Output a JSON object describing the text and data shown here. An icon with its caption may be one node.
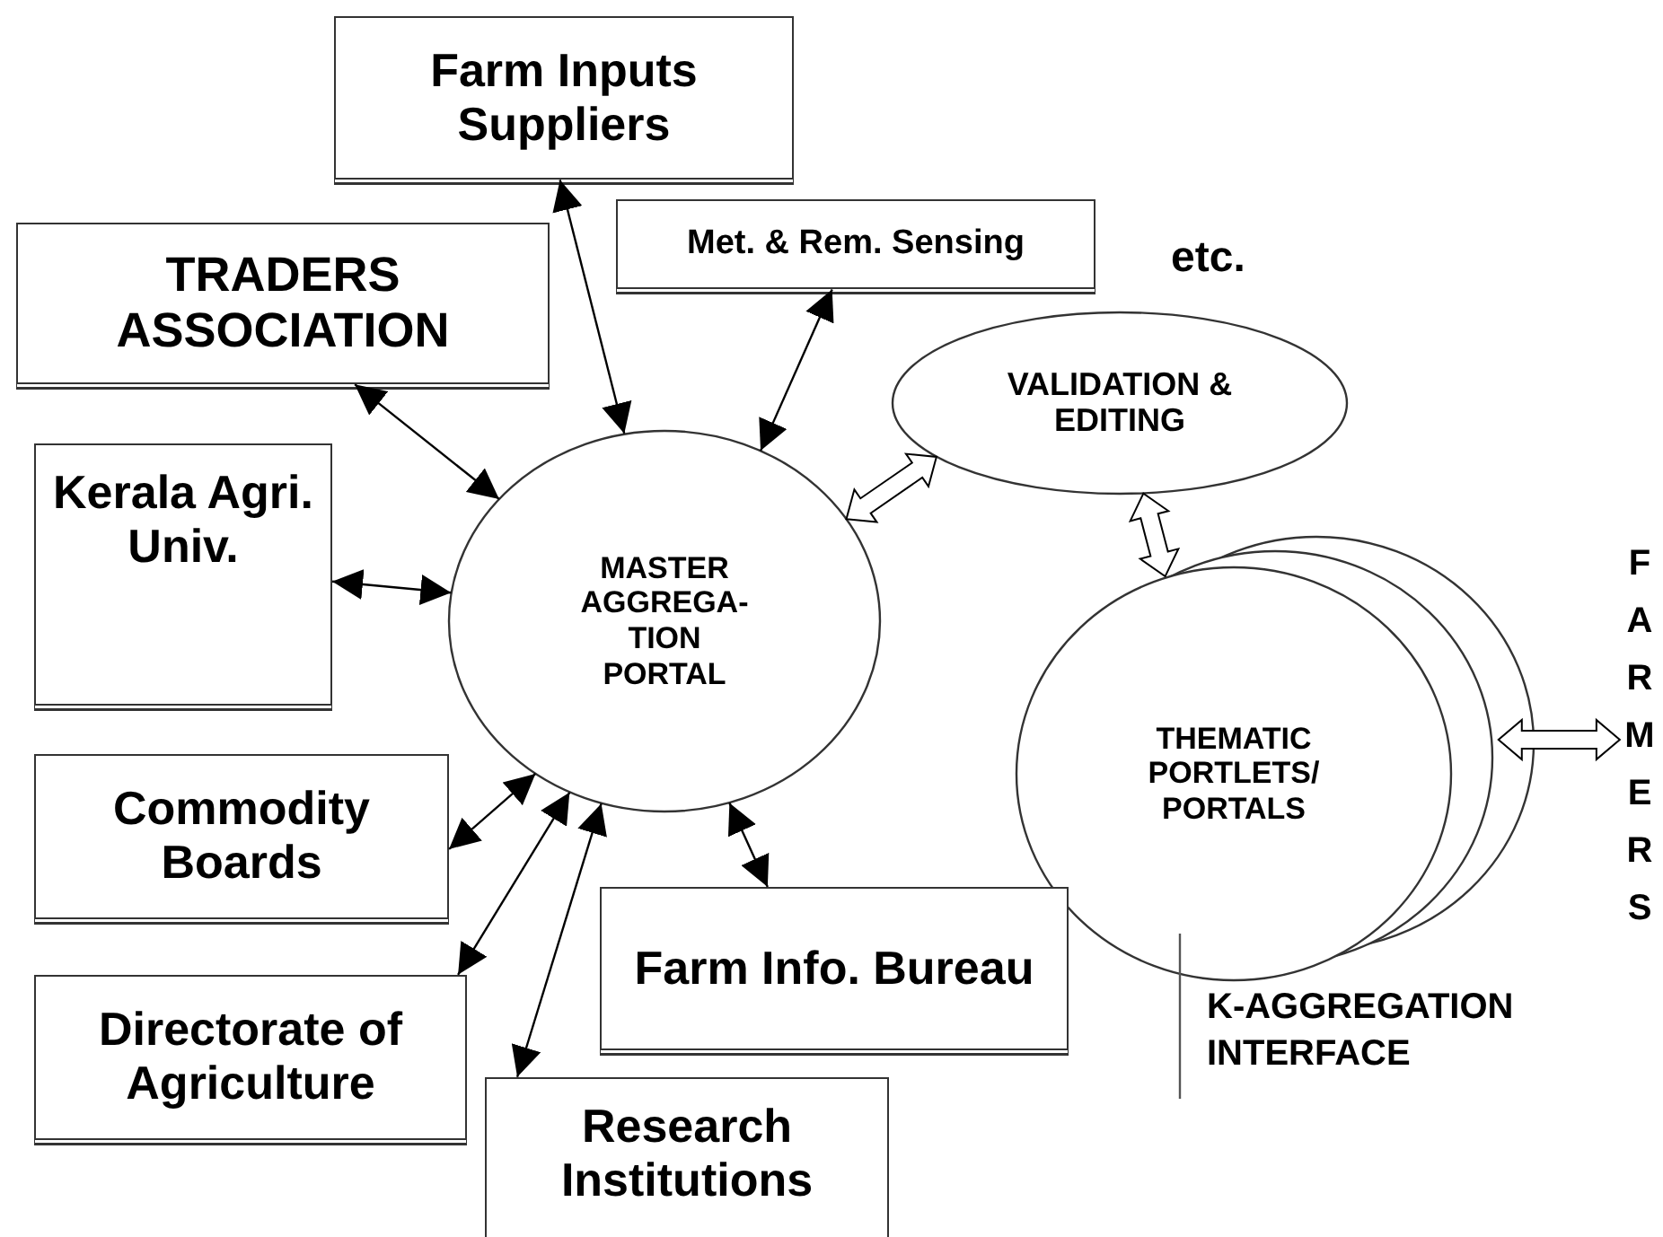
{
  "diagram": {
    "nodes": [
      {
        "text": [
          "Farm Inputs Suppliers"
        ]
      },
      {
        "text": [
          "Met. & Rem. Sensing"
        ]
      },
      {
        "text": [
          "TRADERS ASSOCIATION"
        ]
      },
      {
        "text": [
          "Kerala Agri. Univ."
        ]
      },
      {
        "text": [
          "MASTER AGGREGA- TION PORTAL"
        ]
      },
      {
        "text": [
          "VALIDATION & EDITING"
        ]
      },
      {
        "text": [
          "THEMATIC PORTLETS/ PORTALS"
        ]
      },
      {
        "text": [
          "FARMERS"
        ]
      },
      {
        "text": [
          "Commodity Boards"
        ]
      },
      {
        "text": [
          "Directorate of Agriculture"
        ]
      },
      {
        "text": [
          "Farm Info. Bureau"
        ]
      },
      {
        "text": [
          "Research Institutions"
        ]
      }
    ],
    "edges": [
      {
        "from": 0,
        "to": 4,
        "arrow": "both"
      },
      {
        "from": 1,
        "to": 4,
        "arrow": "both"
      },
      {
        "from": 2,
        "to": 4,
        "arrow": "both"
      },
      {
        "from": 3,
        "to": 4,
        "arrow": "both"
      },
      {
        "from": 8,
        "to": 4,
        "arrow": "both"
      },
      {
        "from": 9,
        "to": 4,
        "arrow": "both"
      },
      {
        "from": 11,
        "to": 4,
        "arrow": "both"
      },
      {
        "from": 10,
        "to": 4,
        "arrow": "both"
      },
      {
        "from": 4,
        "to": 5,
        "arrow": "both",
        "style": "thick"
      },
      {
        "from": 5,
        "to": 6,
        "arrow": "both",
        "style": "thick"
      },
      {
        "from": 6,
        "to": 7,
        "arrow": "both",
        "style": "thick"
      }
    ],
    "labels": [
      "etc.",
      "K-AGGREGATION INTERFACE"
    ]
  }
}
